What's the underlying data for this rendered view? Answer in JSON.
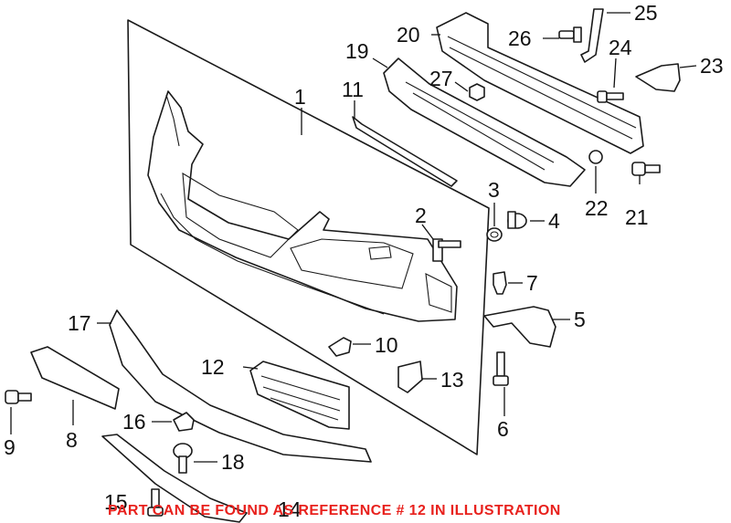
{
  "diagram": {
    "callouts": [
      "1",
      "2",
      "3",
      "4",
      "5",
      "6",
      "7",
      "8",
      "9",
      "10",
      "11",
      "12",
      "13",
      "14",
      "15",
      "16",
      "17",
      "18",
      "19",
      "20",
      "21",
      "22",
      "23",
      "24",
      "25",
      "26",
      "27"
    ],
    "note": "PART CAN BE FOUND AS REFERENCE # 12 IN ILLUSTRATION",
    "note_color": "#e8211d"
  }
}
